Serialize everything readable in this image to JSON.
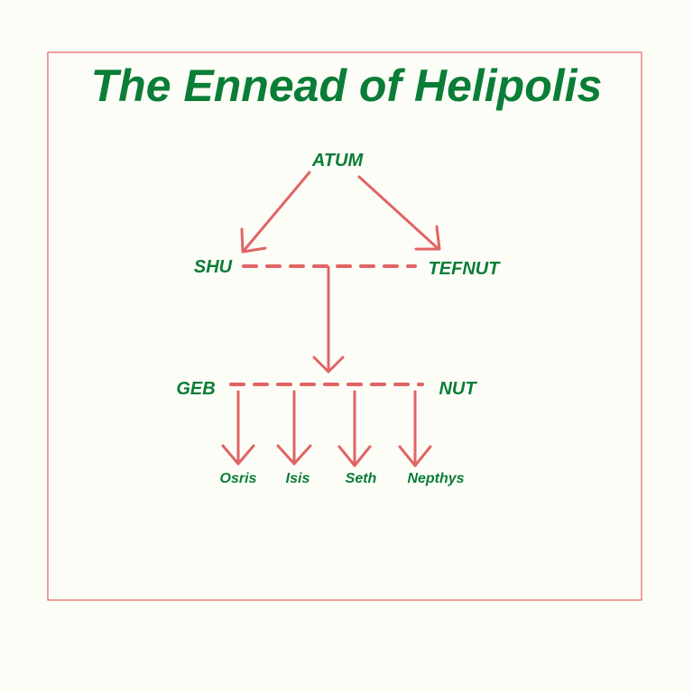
{
  "title": "The Ennead of Helipolis",
  "colors": {
    "text": "#0a7d37",
    "lines": "#e06464",
    "frame": "#e06464",
    "background": "#fdfdf7"
  },
  "nodes": {
    "atum": "ATUM",
    "shu": "SHU",
    "tefnut": "TEFNUT",
    "geb": "GEB",
    "nut": "NUT",
    "osris": "Osris",
    "isis": "Isis",
    "seth": "Seth",
    "nepthys": "Nepthys"
  }
}
